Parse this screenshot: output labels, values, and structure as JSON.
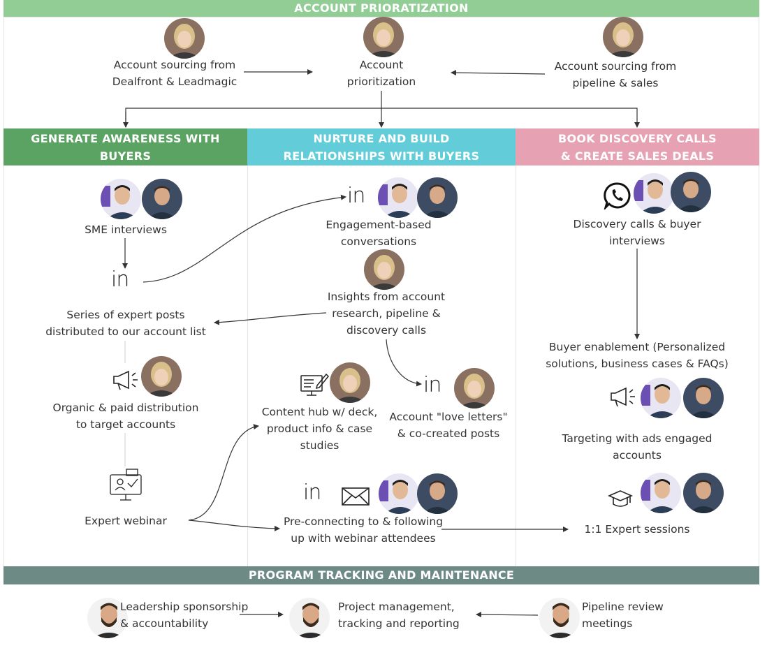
{
  "top_bar": {
    "title": "ACCOUNT PRIORATIZATION"
  },
  "top_row": {
    "sourcing_left": [
      "Account sourcing from",
      "Dealfront & Leadmagic"
    ],
    "prioritization": [
      "Account",
      "prioritization"
    ],
    "sourcing_right": [
      "Account sourcing from",
      "pipeline & sales"
    ]
  },
  "columns": {
    "awareness": {
      "title": [
        "GENERATE  AWARENESS WITH BUYERS",
        "@ TARGET ACCOUNTS"
      ],
      "color": "#5ba363"
    },
    "nurture": {
      "title": [
        "NURTURE  AND BUILD",
        "RELATIONSHIPS  WITH BUYERS"
      ],
      "color": "#62ccd8"
    },
    "book": {
      "title": [
        "BOOK DISCOVERY CALLS",
        "& CREATE SALES DEALS"
      ],
      "color": "#e6a1b3"
    }
  },
  "awareness_steps": {
    "sme": "SME interviews",
    "posts": [
      "Series of expert posts",
      "distributed to our account list"
    ],
    "organic": [
      "Organic & paid distribution",
      "to target accounts"
    ],
    "webinar": "Expert webinar"
  },
  "nurture_steps": {
    "engagement": [
      "Engagement-based",
      "conversations"
    ],
    "insights": [
      "Insights from account",
      "research, pipeline &",
      "discovery calls"
    ],
    "content_hub": [
      "Content hub w/ deck,",
      "product info & case",
      "studies"
    ],
    "love_letters": [
      "Account \"love letters\"",
      "& co-created posts"
    ],
    "preconnect": [
      "Pre-connecting to & following",
      "up with webinar attendees"
    ]
  },
  "book_steps": {
    "discovery": [
      "Discovery calls & buyer",
      "interviews"
    ],
    "enablement": [
      "Buyer enablement (Personalized",
      "solutions, business cases & FAQs)"
    ],
    "targeting": [
      "Targeting with ads engaged",
      "accounts"
    ],
    "expert_sessions": "1:1 Expert sessions"
  },
  "bottom_bar": {
    "title": "PROGRAM TRACKING AND MAINTENANCE"
  },
  "bottom_row": {
    "leadership": [
      "Leadership sponsorship",
      "& accountability"
    ],
    "project": [
      "Project management,",
      "tracking and reporting"
    ],
    "pipeline": [
      "Pipeline review",
      "meetings"
    ]
  },
  "icons": {
    "linkedin_text": "in",
    "linkedin": "linkedin-icon",
    "whatsapp": "whatsapp-icon",
    "megaphone": "megaphone-icon",
    "webinar": "webinar-icon",
    "mail": "mail-icon",
    "content": "content-hub-icon",
    "graduation": "graduation-cap-icon"
  },
  "colors": {
    "top_bar": "#93cd96",
    "bottom_bar": "#6e8a85",
    "arrow": "#333333"
  }
}
